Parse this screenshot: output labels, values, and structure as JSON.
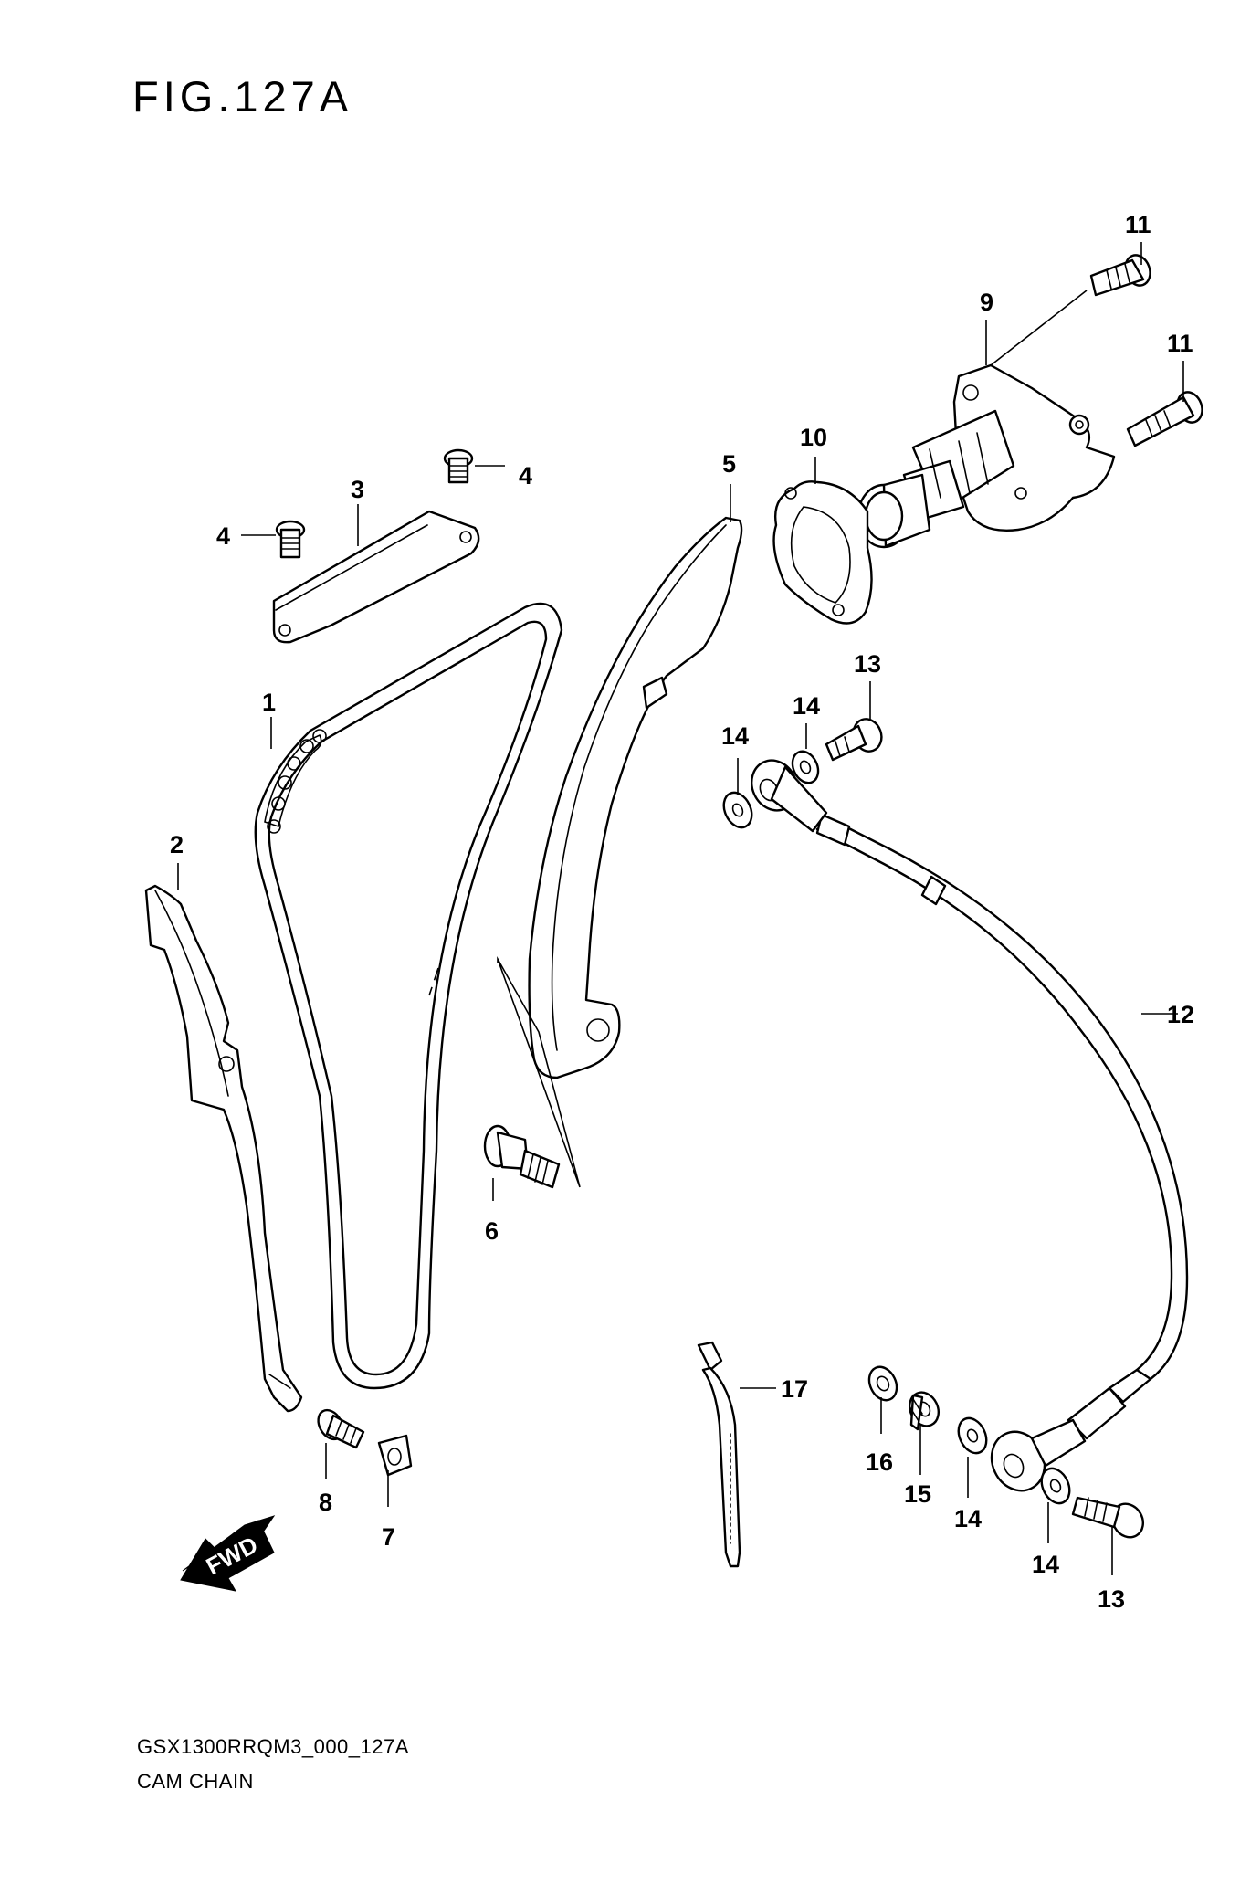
{
  "figure": {
    "title": "FIG.127A",
    "drawing_code": "GSX1300RRQM3_000_127A",
    "subtitle": "CAM CHAIN"
  },
  "fwd_arrow": {
    "label": "FWD"
  },
  "callouts": [
    {
      "id": "c1",
      "label": "1"
    },
    {
      "id": "c2",
      "label": "2"
    },
    {
      "id": "c3",
      "label": "3"
    },
    {
      "id": "c4a",
      "label": "4"
    },
    {
      "id": "c4b",
      "label": "4"
    },
    {
      "id": "c5",
      "label": "5"
    },
    {
      "id": "c6",
      "label": "6"
    },
    {
      "id": "c7",
      "label": "7"
    },
    {
      "id": "c8",
      "label": "8"
    },
    {
      "id": "c9",
      "label": "9"
    },
    {
      "id": "c10",
      "label": "10"
    },
    {
      "id": "c11a",
      "label": "11"
    },
    {
      "id": "c11b",
      "label": "11"
    },
    {
      "id": "c12",
      "label": "12"
    },
    {
      "id": "c13a",
      "label": "13"
    },
    {
      "id": "c13b",
      "label": "13"
    },
    {
      "id": "c14a",
      "label": "14"
    },
    {
      "id": "c14b",
      "label": "14"
    },
    {
      "id": "c14c",
      "label": "14"
    },
    {
      "id": "c14d",
      "label": "14"
    },
    {
      "id": "c15",
      "label": "15"
    },
    {
      "id": "c16",
      "label": "16"
    },
    {
      "id": "c17",
      "label": "17"
    }
  ]
}
